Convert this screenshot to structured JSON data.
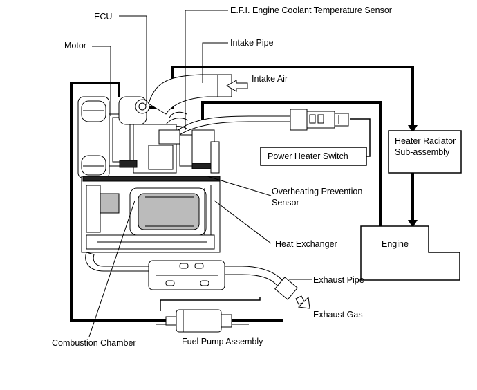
{
  "labels": {
    "ecu": "ECU",
    "coolant_sensor": "E.F.I. Engine Coolant Temperature Sensor",
    "motor": "Motor",
    "intake_pipe": "Intake Pipe",
    "intake_air": "Intake Air",
    "heater_radiator_line1": "Heater Radiator",
    "heater_radiator_line2": "Sub-assembly",
    "power_heater_switch": "Power Heater Switch",
    "overheating_line1": "Overheating Prevention",
    "overheating_line2": "Sensor",
    "engine": "Engine",
    "heat_exchanger": "Heat Exchanger",
    "exhaust_pipe": "Exhaust Pipe",
    "exhaust_gas": "Exhaust Gas",
    "combustion_chamber": "Combustion Chamber",
    "fuel_pump_assembly": "Fuel Pump Assembly"
  }
}
